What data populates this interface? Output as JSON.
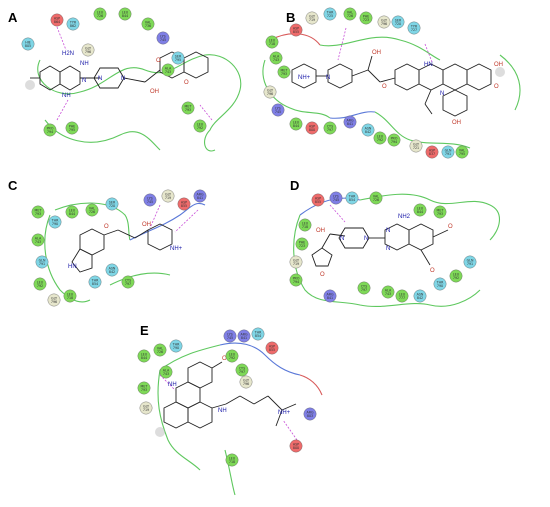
{
  "colors": {
    "hydrophobic": "#7ed957",
    "polar": "#7fd6e6",
    "negative": "#ef6b6b",
    "positive": "#7f7fe6",
    "glycine": "#e6e6cc",
    "envelope_green": "#5fc85f",
    "envelope_blue": "#5a78d8",
    "envelope_red": "#d85a5a",
    "hbond": "#c84fd8"
  },
  "panels": [
    {
      "label": "A",
      "atoms": [
        {
          "text": "H2N",
          "kind": "n"
        },
        {
          "text": "NH",
          "kind": "n"
        },
        {
          "text": "N",
          "kind": "n"
        },
        {
          "text": "NH",
          "kind": "n"
        },
        {
          "text": "N",
          "kind": "n"
        },
        {
          "text": "N",
          "kind": "n"
        },
        {
          "text": "OH",
          "kind": "o"
        },
        {
          "text": "O",
          "kind": "o"
        },
        {
          "text": "O",
          "kind": "o"
        }
      ],
      "residues": [
        {
          "name": "ASP",
          "num": "864",
          "kind": "negative"
        },
        {
          "name": "TYR",
          "num": "862",
          "kind": "polar"
        },
        {
          "name": "GLY",
          "num": "796",
          "kind": "glycine"
        },
        {
          "name": "LEU",
          "num": "726",
          "kind": "hydrophobic"
        },
        {
          "name": "LEU",
          "num": "844",
          "kind": "hydrophobic"
        },
        {
          "name": "VAL",
          "num": "736",
          "kind": "hydrophobic"
        },
        {
          "name": "LYS",
          "num": "745",
          "kind": "positive"
        },
        {
          "name": "SER",
          "num": "795",
          "kind": "polar"
        },
        {
          "name": "ALA",
          "num": "743",
          "kind": "hydrophobic"
        },
        {
          "name": "MET",
          "num": "793",
          "kind": "hydrophobic"
        },
        {
          "name": "LEU",
          "num": "792",
          "kind": "hydrophobic"
        },
        {
          "name": "HIE",
          "num": "805",
          "kind": "polar"
        },
        {
          "name": "PRO",
          "num": "794",
          "kind": "hydrophobic"
        },
        {
          "name": "PHE",
          "num": "795",
          "kind": "hydrophobic"
        }
      ]
    },
    {
      "label": "B",
      "atoms": [
        {
          "text": "NH+",
          "kind": "n"
        },
        {
          "text": "N",
          "kind": "n"
        },
        {
          "text": "OH",
          "kind": "o"
        },
        {
          "text": "O",
          "kind": "o"
        },
        {
          "text": "HN",
          "kind": "n"
        },
        {
          "text": "N",
          "kind": "n"
        },
        {
          "text": "OH",
          "kind": "o"
        },
        {
          "text": "O",
          "kind": "o"
        },
        {
          "text": "OH",
          "kind": "o"
        }
      ],
      "residues": [
        {
          "name": "ASP",
          "num": "855",
          "kind": "negative"
        },
        {
          "name": "GLY",
          "num": "719",
          "kind": "glycine"
        },
        {
          "name": "THR",
          "num": "725",
          "kind": "polar"
        },
        {
          "name": "VAL",
          "num": "726",
          "kind": "hydrophobic"
        },
        {
          "name": "PHE",
          "num": "723",
          "kind": "hydrophobic"
        },
        {
          "name": "GLY",
          "num": "796",
          "kind": "glycine"
        },
        {
          "name": "SER",
          "num": "720",
          "kind": "polar"
        },
        {
          "name": "TYR",
          "num": "727",
          "kind": "polar"
        },
        {
          "name": "LEU",
          "num": "718",
          "kind": "hydrophobic"
        },
        {
          "name": "ALA",
          "num": "743",
          "kind": "hydrophobic"
        },
        {
          "name": "MET",
          "num": "793",
          "kind": "hydrophobic"
        },
        {
          "name": "GLY",
          "num": "796",
          "kind": "glycine"
        },
        {
          "name": "LYS",
          "num": "745",
          "kind": "positive"
        },
        {
          "name": "LEU",
          "num": "844",
          "kind": "hydrophobic"
        },
        {
          "name": "ASP",
          "num": "800",
          "kind": "negative"
        },
        {
          "name": "CYS",
          "num": "797",
          "kind": "hydrophobic"
        },
        {
          "name": "ARG",
          "num": "841",
          "kind": "positive"
        },
        {
          "name": "ASN",
          "num": "842",
          "kind": "polar"
        },
        {
          "name": "LEU",
          "num": "792",
          "kind": "hydrophobic"
        },
        {
          "name": "PRO",
          "num": "794",
          "kind": "hydrophobic"
        },
        {
          "name": "GLY",
          "num": "721",
          "kind": "glycine"
        },
        {
          "name": "ASP",
          "num": "837",
          "kind": "negative"
        },
        {
          "name": "GLN",
          "num": "791",
          "kind": "polar"
        },
        {
          "name": "VAL",
          "num": "795",
          "kind": "hydrophobic"
        }
      ]
    },
    {
      "label": "C",
      "atoms": [
        {
          "text": "O",
          "kind": "o"
        },
        {
          "text": "HN",
          "kind": "n"
        },
        {
          "text": "OH",
          "kind": "o"
        },
        {
          "text": "NH+",
          "kind": "n"
        }
      ],
      "residues": [
        {
          "name": "MET",
          "num": "793",
          "kind": "hydrophobic"
        },
        {
          "name": "THR",
          "num": "790",
          "kind": "polar"
        },
        {
          "name": "LEU",
          "num": "844",
          "kind": "hydrophobic"
        },
        {
          "name": "VAL",
          "num": "726",
          "kind": "hydrophobic"
        },
        {
          "name": "SER",
          "num": "720",
          "kind": "polar"
        },
        {
          "name": "LYS",
          "num": "745",
          "kind": "positive"
        },
        {
          "name": "GLY",
          "num": "719",
          "kind": "glycine"
        },
        {
          "name": "ASP",
          "num": "855",
          "kind": "negative"
        },
        {
          "name": "ARG",
          "num": "841",
          "kind": "positive"
        },
        {
          "name": "ALA",
          "num": "743",
          "kind": "hydrophobic"
        },
        {
          "name": "GLN",
          "num": "791",
          "kind": "polar"
        },
        {
          "name": "LEU",
          "num": "792",
          "kind": "hydrophobic"
        },
        {
          "name": "GLY",
          "num": "796",
          "kind": "glycine"
        },
        {
          "name": "LEU",
          "num": "718",
          "kind": "hydrophobic"
        },
        {
          "name": "THR",
          "num": "854",
          "kind": "polar"
        },
        {
          "name": "ASN",
          "num": "842",
          "kind": "polar"
        },
        {
          "name": "CYS",
          "num": "797",
          "kind": "hydrophobic"
        }
      ]
    },
    {
      "label": "D",
      "atoms": [
        {
          "text": "NH2",
          "kind": "n"
        },
        {
          "text": "N",
          "kind": "n"
        },
        {
          "text": "N",
          "kind": "n"
        },
        {
          "text": "N",
          "kind": "n"
        },
        {
          "text": "N",
          "kind": "n"
        },
        {
          "text": "OH",
          "kind": "o"
        },
        {
          "text": "O",
          "kind": "o"
        },
        {
          "text": "O",
          "kind": "o"
        },
        {
          "text": "O",
          "kind": "o"
        }
      ],
      "residues": [
        {
          "name": "ASP",
          "num": "855",
          "kind": "negative"
        },
        {
          "name": "LYS",
          "num": "745",
          "kind": "positive"
        },
        {
          "name": "THR",
          "num": "854",
          "kind": "polar"
        },
        {
          "name": "VAL",
          "num": "726",
          "kind": "hydrophobic"
        },
        {
          "name": "LEU",
          "num": "844",
          "kind": "hydrophobic"
        },
        {
          "name": "MET",
          "num": "793",
          "kind": "hydrophobic"
        },
        {
          "name": "LEU",
          "num": "718",
          "kind": "hydrophobic"
        },
        {
          "name": "PHE",
          "num": "723",
          "kind": "hydrophobic"
        },
        {
          "name": "GLY",
          "num": "719",
          "kind": "glycine"
        },
        {
          "name": "PRO",
          "num": "794",
          "kind": "hydrophobic"
        },
        {
          "name": "ARG",
          "num": "841",
          "kind": "positive"
        },
        {
          "name": "CYS",
          "num": "797",
          "kind": "hydrophobic"
        },
        {
          "name": "ALA",
          "num": "743",
          "kind": "hydrophobic"
        },
        {
          "name": "LEU",
          "num": "777",
          "kind": "hydrophobic"
        },
        {
          "name": "ASN",
          "num": "842",
          "kind": "polar"
        },
        {
          "name": "THR",
          "num": "790",
          "kind": "polar"
        },
        {
          "name": "LEU",
          "num": "792",
          "kind": "hydrophobic"
        },
        {
          "name": "GLN",
          "num": "791",
          "kind": "polar"
        }
      ]
    },
    {
      "label": "E",
      "atoms": [
        {
          "text": "O",
          "kind": "o"
        },
        {
          "text": "NH",
          "kind": "n"
        },
        {
          "text": "NH",
          "kind": "n"
        },
        {
          "text": "NH+",
          "kind": "n"
        }
      ],
      "residues": [
        {
          "name": "LEU",
          "num": "844",
          "kind": "hydrophobic"
        },
        {
          "name": "VAL",
          "num": "726",
          "kind": "hydrophobic"
        },
        {
          "name": "THR",
          "num": "790",
          "kind": "polar"
        },
        {
          "name": "LYS",
          "num": "745",
          "kind": "positive"
        },
        {
          "name": "ARG",
          "num": "841",
          "kind": "positive"
        },
        {
          "name": "THR",
          "num": "854",
          "kind": "polar"
        },
        {
          "name": "ASP",
          "num": "855",
          "kind": "negative"
        },
        {
          "name": "ALA",
          "num": "743",
          "kind": "hydrophobic"
        },
        {
          "name": "MET",
          "num": "793",
          "kind": "hydrophobic"
        },
        {
          "name": "GLY",
          "num": "719",
          "kind": "glycine"
        },
        {
          "name": "CYS",
          "num": "797",
          "kind": "hydrophobic"
        },
        {
          "name": "LEU",
          "num": "792",
          "kind": "hydrophobic"
        },
        {
          "name": "GLY",
          "num": "796",
          "kind": "glycine"
        },
        {
          "name": "LEU",
          "num": "718",
          "kind": "hydrophobic"
        },
        {
          "name": "ASP",
          "num": "800",
          "kind": "negative"
        },
        {
          "name": "ARG",
          "num": "803",
          "kind": "positive"
        }
      ]
    }
  ]
}
